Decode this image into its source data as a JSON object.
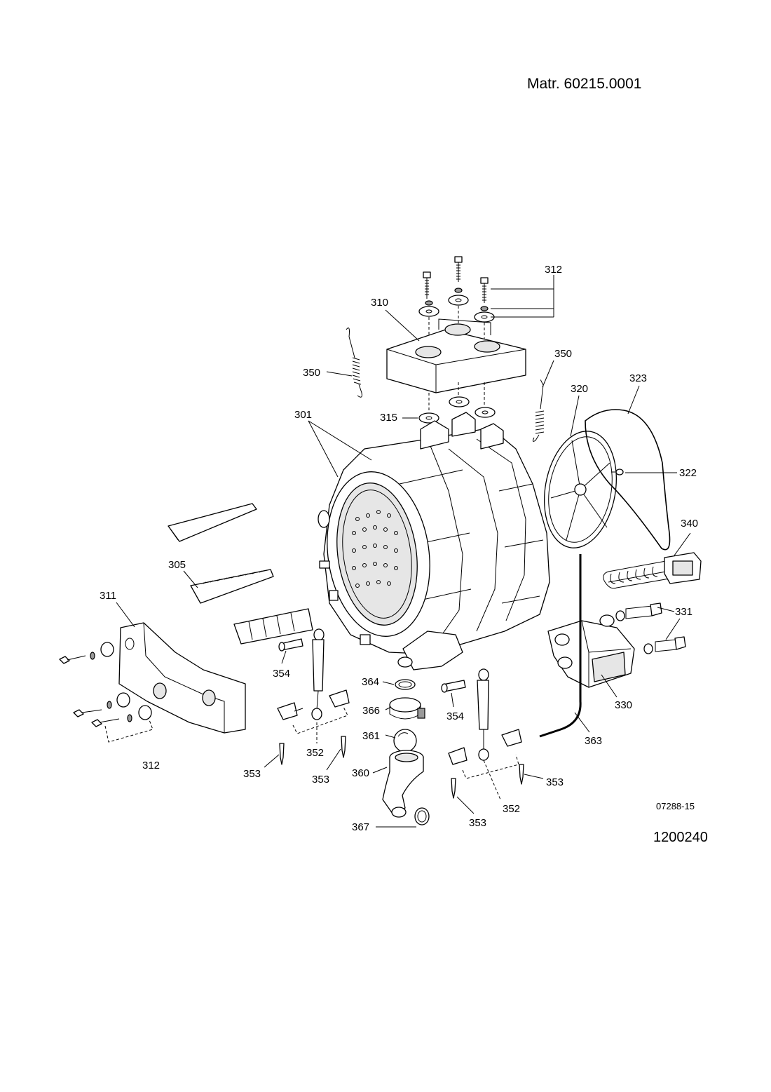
{
  "header": {
    "material_number": "Matr. 60215.0001"
  },
  "footer": {
    "drawing_code": "07288-15",
    "document_number": "1200240"
  },
  "callouts": {
    "c301": "301",
    "c305": "305",
    "c310": "310",
    "c311": "311",
    "c312_top": "312",
    "c312_left": "312",
    "c315": "315",
    "c320": "320",
    "c322": "322",
    "c323": "323",
    "c330": "330",
    "c331": "331",
    "c340": "340",
    "c350_left": "350",
    "c350_right": "350",
    "c352_left": "352",
    "c352_right": "352",
    "c353_a": "353",
    "c353_b": "353",
    "c353_c": "353",
    "c353_d": "353",
    "c354_left": "354",
    "c354_right": "354",
    "c360": "360",
    "c361": "361",
    "c363": "363",
    "c364": "364",
    "c366": "366",
    "c367": "367"
  }
}
